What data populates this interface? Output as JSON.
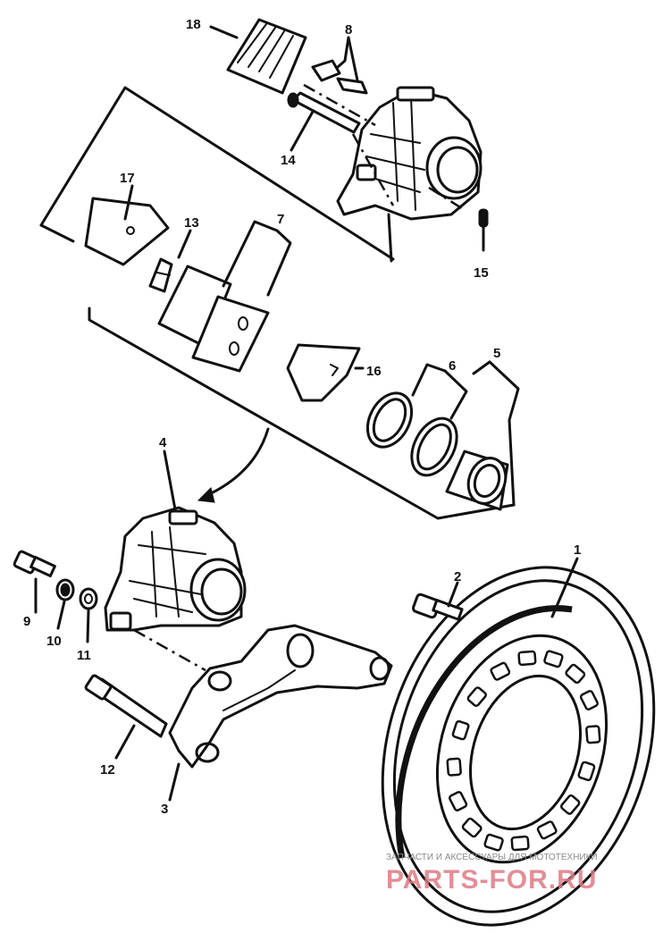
{
  "callouts": {
    "n1": "1",
    "n2": "2",
    "n3": "3",
    "n4": "4",
    "n5": "5",
    "n6": "6",
    "n7": "7",
    "n8": "8",
    "n9": "9",
    "n10": "10",
    "n11": "11",
    "n12": "12",
    "n13": "13",
    "n14": "14",
    "n15": "15",
    "n16": "16",
    "n17": "17",
    "n18": "18"
  },
  "watermark": {
    "caption": "ЗАПЧАСТИ И АКСЕССУАРЫ ДЛЯ МОТОТЕХНИКИ",
    "brand": "PARTS-FOR.RU"
  }
}
